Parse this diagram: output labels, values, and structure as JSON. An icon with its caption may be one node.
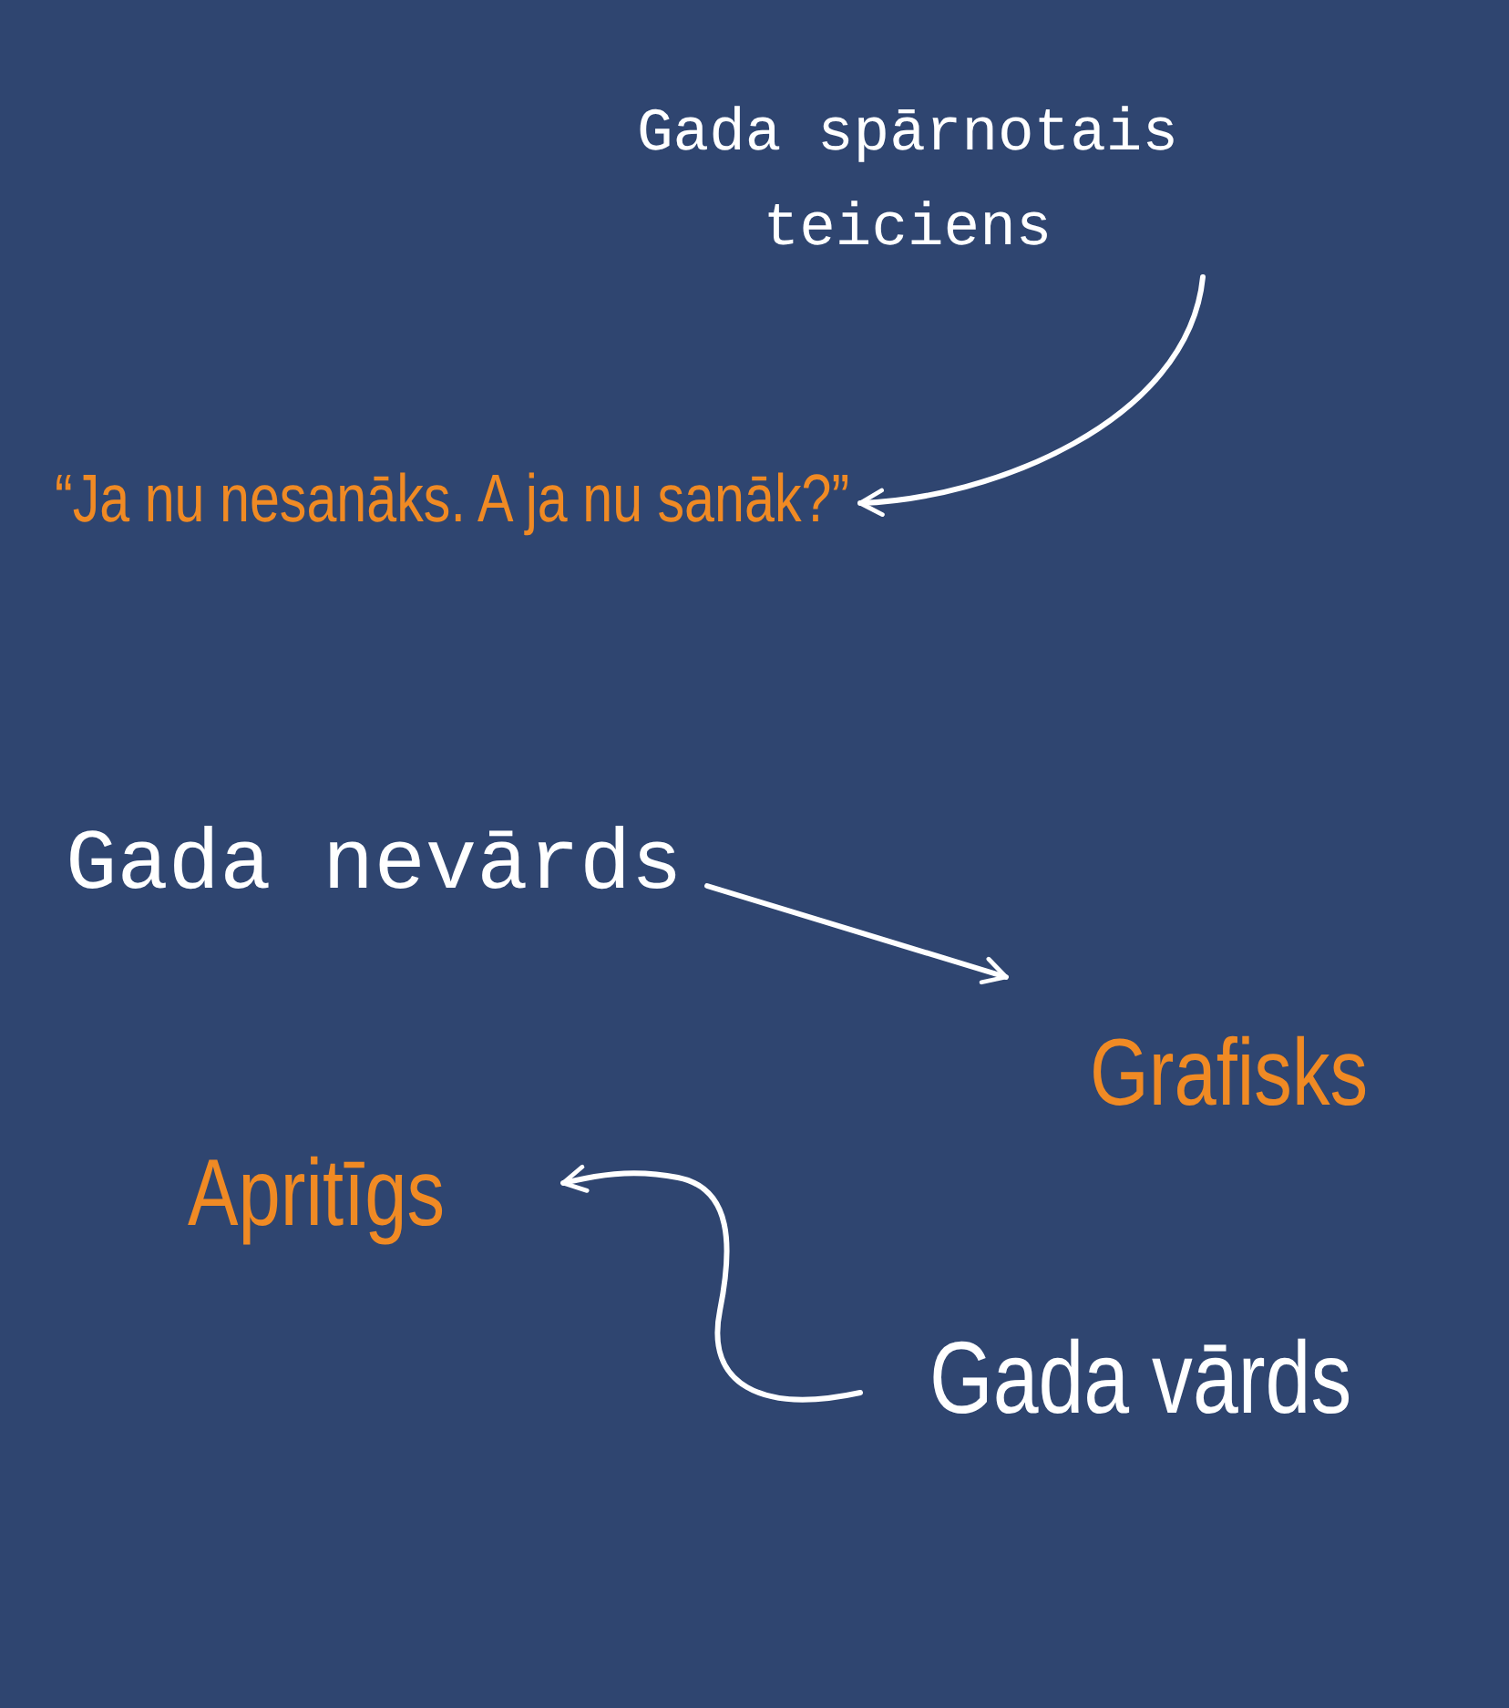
{
  "diagram": {
    "nodes": [
      {
        "text": [
          "Gada spārnotais teiciens"
        ]
      },
      {
        "text": [
          "“Ja nu nesanāks. A ja nu sanāk?”"
        ]
      },
      {
        "text": [
          "Gada nevārds"
        ]
      },
      {
        "text": [
          "Grafisks"
        ]
      },
      {
        "text": [
          "Apritīgs"
        ]
      },
      {
        "text": [
          "Gada vārds"
        ]
      }
    ],
    "edges": [
      {
        "from": 0,
        "to": 1,
        "arrow": "to"
      },
      {
        "from": 2,
        "to": 3,
        "arrow": "to"
      },
      {
        "from": 5,
        "to": 4,
        "arrow": "to"
      }
    ]
  }
}
